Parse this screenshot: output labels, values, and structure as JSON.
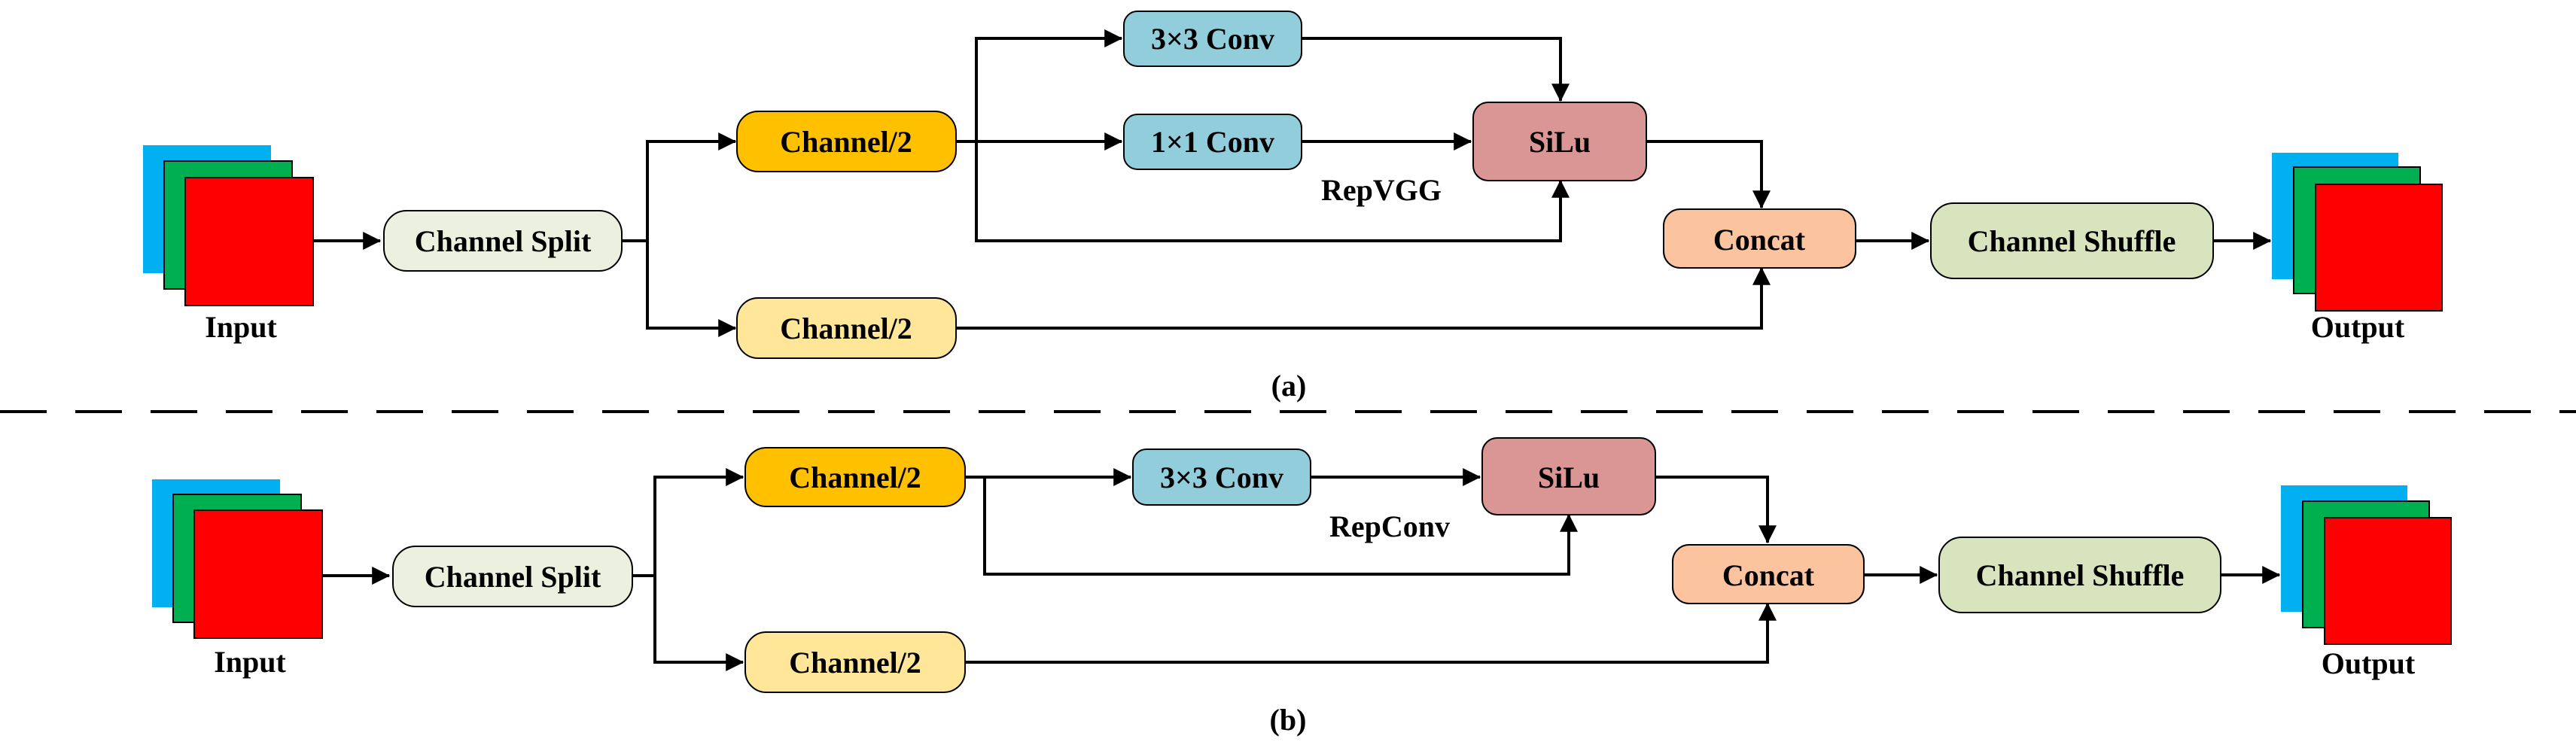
{
  "colors": {
    "line": "#000000",
    "cube_back": "#00B0F0",
    "cube_mid": "#00B050",
    "cube_front": "#FF0000",
    "split_fill": "#EBF1DE",
    "channel_top_fill": "#FFC000",
    "channel_bottom_fill": "#FFE699",
    "conv_fill": "#92CDDC",
    "silu_fill": "#D99694",
    "concat_fill": "#FBC49F",
    "shuffle_fill": "#D7E4BD"
  },
  "panel_a": {
    "input_label": "Input",
    "output_label": "Output",
    "split_label": "Channel Split",
    "channel_top_label": "Channel/2",
    "channel_bottom_label": "Channel/2",
    "conv3_label": "3×3 Conv",
    "conv1_label": "1×1 Conv",
    "silu_label": "SiLu",
    "block_label": "RepVGG",
    "concat_label": "Concat",
    "shuffle_label": "Channel Shuffle",
    "caption": "(a)"
  },
  "panel_b": {
    "input_label": "Input",
    "output_label": "Output",
    "split_label": "Channel Split",
    "channel_top_label": "Channel/2",
    "channel_bottom_label": "Channel/2",
    "conv3_label": "3×3 Conv",
    "silu_label": "SiLu",
    "block_label": "RepConv",
    "concat_label": "Concat",
    "shuffle_label": "Channel Shuffle",
    "caption": "(b)"
  }
}
